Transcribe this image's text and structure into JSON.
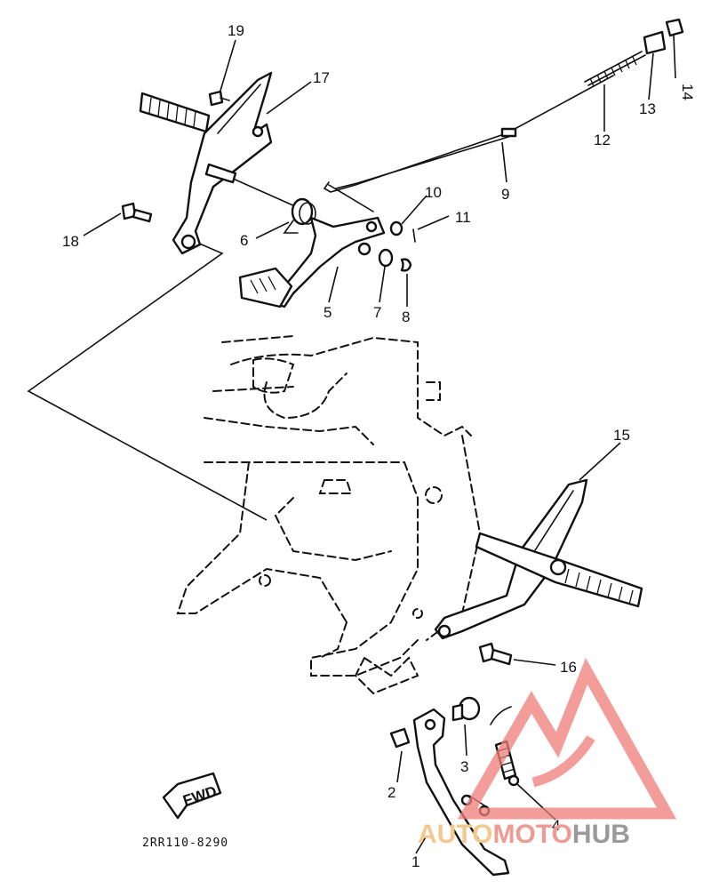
{
  "diagram": {
    "part_numbers": [
      "1",
      "2",
      "3",
      "4",
      "5",
      "6",
      "7",
      "8",
      "9",
      "10",
      "11",
      "12",
      "13",
      "14",
      "15",
      "16",
      "17",
      "18",
      "19"
    ],
    "diagram_code": "2RR110-8290",
    "direction_label": "FWD"
  },
  "watermark": {
    "prefix": "AUTO",
    "middle": "MOTO",
    "suffix": "HUB",
    "colors": {
      "auto": "#f4c98e",
      "moto": "#f09a94",
      "hub": "#9a9a9a",
      "logo": "#ef7d7a"
    }
  }
}
